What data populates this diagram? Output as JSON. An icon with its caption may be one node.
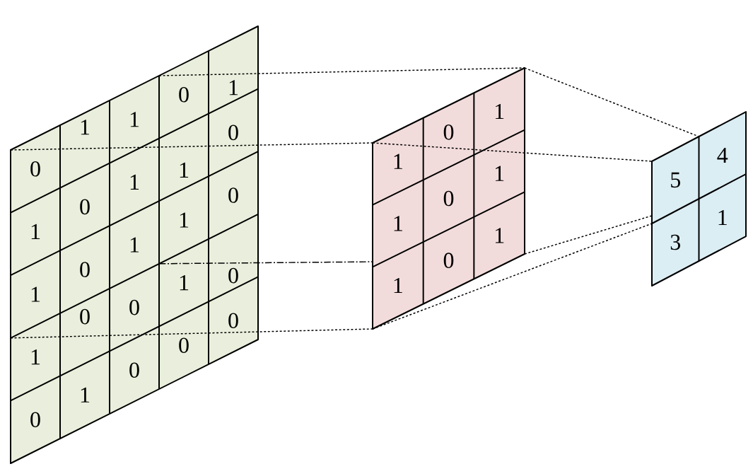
{
  "diagram": {
    "nodes": [
      {
        "text": [],
        "shape": "grid"
      },
      {
        "text": [],
        "shape": "grid"
      },
      {
        "text": [],
        "shape": "grid"
      }
    ],
    "edges": [
      {
        "from": 0,
        "to": 1,
        "arrow": "none"
      },
      {
        "from": 0,
        "to": 1,
        "arrow": "none"
      },
      {
        "from": 0,
        "to": 1,
        "arrow": "none"
      },
      {
        "from": 0,
        "to": 1,
        "arrow": "none",
        "style": "dashed"
      },
      {
        "from": 1,
        "to": 2,
        "arrow": "none"
      },
      {
        "from": 1,
        "to": 2,
        "arrow": "none"
      },
      {
        "from": 1,
        "to": 2,
        "arrow": "none"
      },
      {
        "from": 1,
        "to": 2,
        "arrow": "none"
      }
    ],
    "labels": [
      "0",
      "1",
      "1",
      "0",
      "1",
      "1",
      "0",
      "1",
      "1",
      "0",
      "1",
      "0",
      "1",
      "1",
      "0",
      "1",
      "0",
      "0",
      "1",
      "0",
      "0",
      "1",
      "0",
      "0",
      "0",
      "1",
      "0",
      "1",
      "1",
      "0",
      "1",
      "1",
      "0",
      "1",
      "5",
      "4",
      "3",
      "1"
    ]
  }
}
